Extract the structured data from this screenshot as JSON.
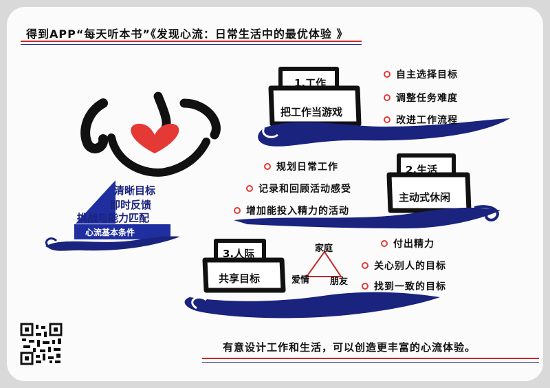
{
  "header": {
    "title": "得到APP“每天听本书”《发现心流：日常生活中的最优体验 》"
  },
  "logo": {
    "conditions": [
      "清晰目标",
      "即时反馈",
      "挑战与能力匹配"
    ],
    "caption": "心流基本条件"
  },
  "sections": {
    "work": {
      "number_title": "1.工作",
      "subtitle": "把工作当游戏",
      "items": [
        "自主选择目标",
        "调整任务难度",
        "改进工作流程"
      ]
    },
    "life": {
      "number_title": "2.生活",
      "subtitle": "主动式休闲",
      "items": [
        "规划日常工作",
        "记录和回顾活动感受",
        "增加能投入精力的活动"
      ]
    },
    "relation": {
      "number_title": "3.人际",
      "subtitle": "共享目标",
      "triangle": [
        "家庭",
        "爱情",
        "朋友"
      ],
      "items": [
        "付出精力",
        "关心别人的目标",
        "找到一致的目标"
      ]
    }
  },
  "footer": {
    "conclusion": "有意设计工作和生活，可以创造更丰富的心流体验。"
  },
  "colors": {
    "accent_red": "#c62828",
    "navy": "#1a237e",
    "heart": "#e53935"
  },
  "icons": [
    "heart-icon",
    "qr-code-icon",
    "wave-icon"
  ]
}
